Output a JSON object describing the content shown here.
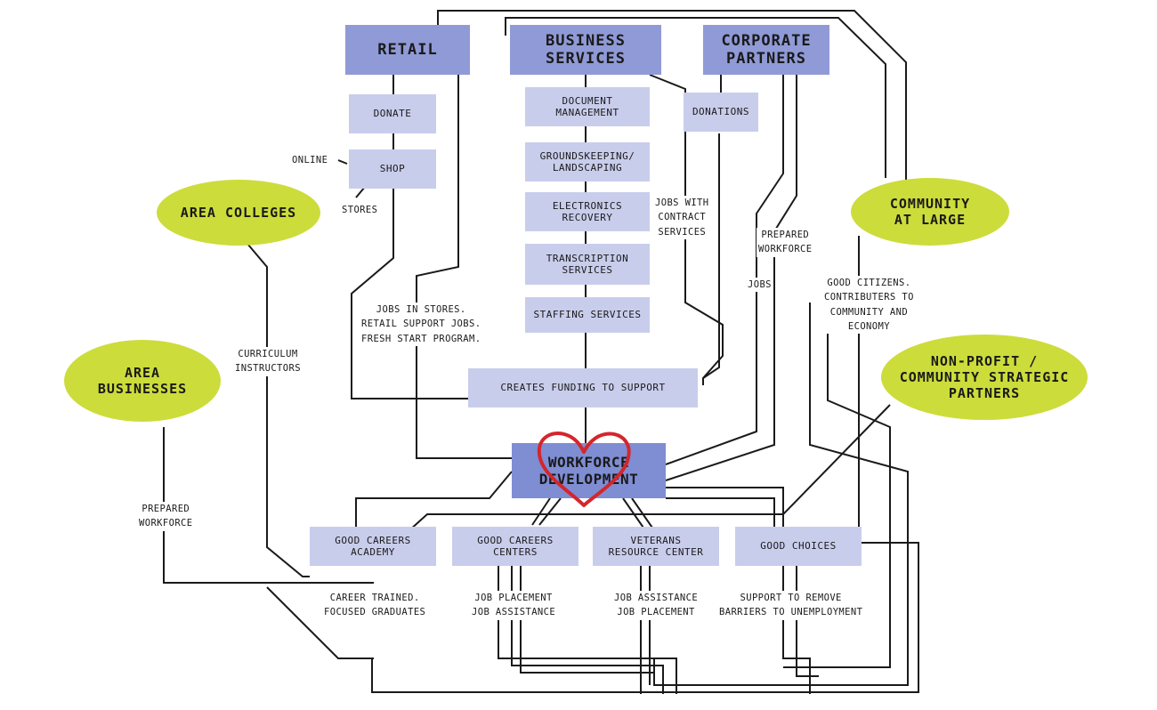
{
  "headers": {
    "retail": "Retail",
    "business_services": "Business\nServices",
    "corporate_partners": "Corporate\nPartners"
  },
  "retail_items": {
    "donate": "Donate",
    "shop": "Shop"
  },
  "business_items": {
    "document_management": "Document\nManagement",
    "groundskeeping": "Groundskeeping/\nLandscaping",
    "electronics": "Electronics\nRecovery",
    "transcription": "Transcription\nServices",
    "staffing": "Staffing Services"
  },
  "corporate_items": {
    "donations": "Donations"
  },
  "funding": "Creates funding to support",
  "workforce": "Workforce\nDevelopment",
  "programs": {
    "academy": "Good Careers\nAcademy",
    "centers": "Good Careers\nCenters",
    "veterans": "Veterans\nResource Center",
    "choices": "Good Choices"
  },
  "ovals": {
    "area_colleges": "Area Colleges",
    "area_businesses": "Area\nBusinesses",
    "community": "Community\nat Large",
    "nonprofit": "Non-Profit /\nCommunity Strategic\nPartners"
  },
  "labels": {
    "online": "Online",
    "stores": "Stores",
    "jobs_in_stores": "Jobs in stores.\nRetail support jobs.\nFresh Start Program.",
    "jobs_contract": "Jobs with\ncontract\nservices",
    "prepared_workforce_top": "Prepared\nworkforce",
    "jobs": "Jobs",
    "good_citizens": "Good citizens.\nContributers to\ncommunity and\neconomy",
    "curriculum": "Curriculum\nInstructors",
    "prepared_workforce_left": "Prepared\nworkforce",
    "career_trained": "Career trained.\nfocused graduates",
    "job_placement": "Job placement\nJob assistance",
    "job_assistance": "Job assistance\nJob placement",
    "support_remove": "Support to remove\nbarriers to unemployment"
  },
  "colors": {
    "header_box": "#8f9ad6",
    "sub_box": "#c9cdec",
    "oval": "#ccdc3b",
    "heart": "#d4262c",
    "line": "#1a1a1a"
  }
}
